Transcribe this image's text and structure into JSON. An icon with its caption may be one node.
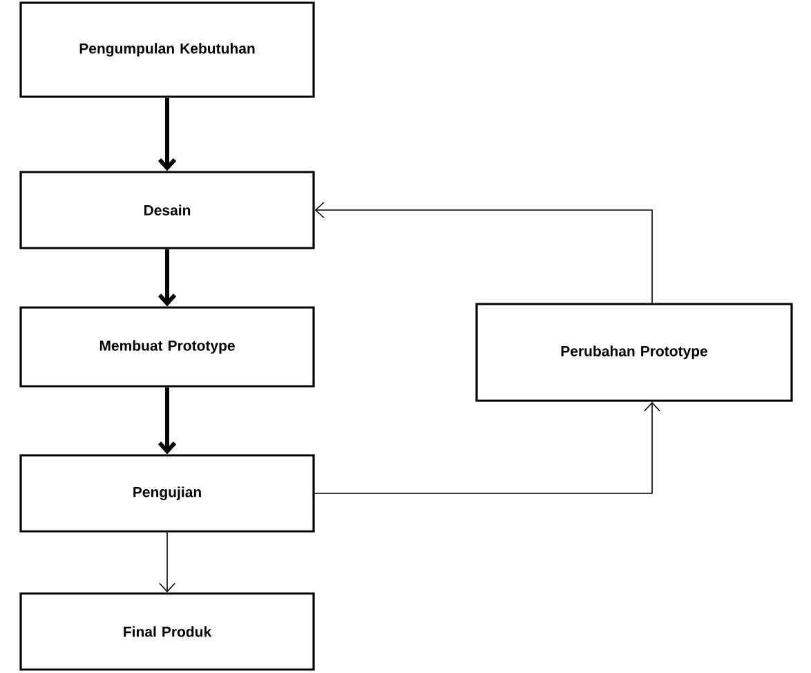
{
  "diagram": {
    "nodes": [
      {
        "text": [
          "Pengumpulan Kebutuhan"
        ]
      },
      {
        "text": [
          "Desain"
        ]
      },
      {
        "text": [
          "Membuat Prototype"
        ]
      },
      {
        "text": [
          "Perubahan Prototype"
        ]
      },
      {
        "text": [
          "Pengujian"
        ]
      },
      {
        "text": [
          "Final Produk"
        ]
      }
    ],
    "edges": [
      {
        "from": 0,
        "to": 1,
        "arrow": "to",
        "style": "thick"
      },
      {
        "from": 1,
        "to": 2,
        "arrow": "to",
        "style": "thick"
      },
      {
        "from": 2,
        "to": 4,
        "arrow": "to",
        "style": "thick"
      },
      {
        "from": 4,
        "to": 5,
        "arrow": "to"
      },
      {
        "from": 4,
        "to": 3,
        "arrow": "to"
      },
      {
        "from": 3,
        "to": 1,
        "arrow": "to"
      }
    ]
  }
}
